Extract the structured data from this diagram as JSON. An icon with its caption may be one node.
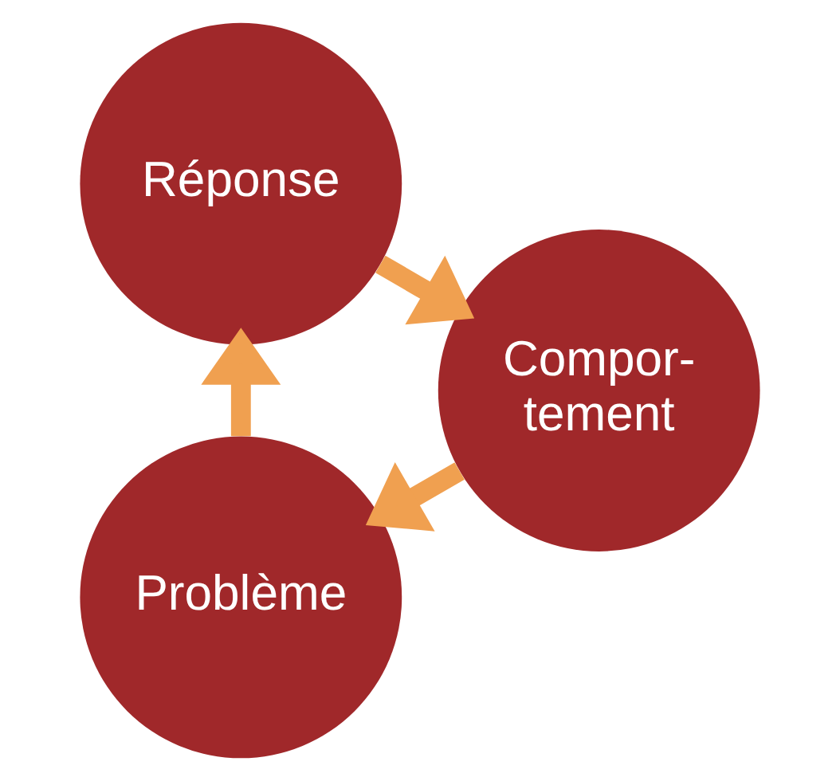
{
  "diagram": {
    "nodes": [
      {
        "text": [
          "Problème"
        ]
      },
      {
        "text": [
          "Réponse"
        ]
      },
      {
        "text": [
          "Compor- tement"
        ]
      }
    ],
    "edges": [
      {
        "from": 0,
        "to": 1,
        "arrow": "to"
      },
      {
        "from": 1,
        "to": 2,
        "arrow": "to"
      },
      {
        "from": 2,
        "to": 0,
        "arrow": "to"
      }
    ]
  }
}
